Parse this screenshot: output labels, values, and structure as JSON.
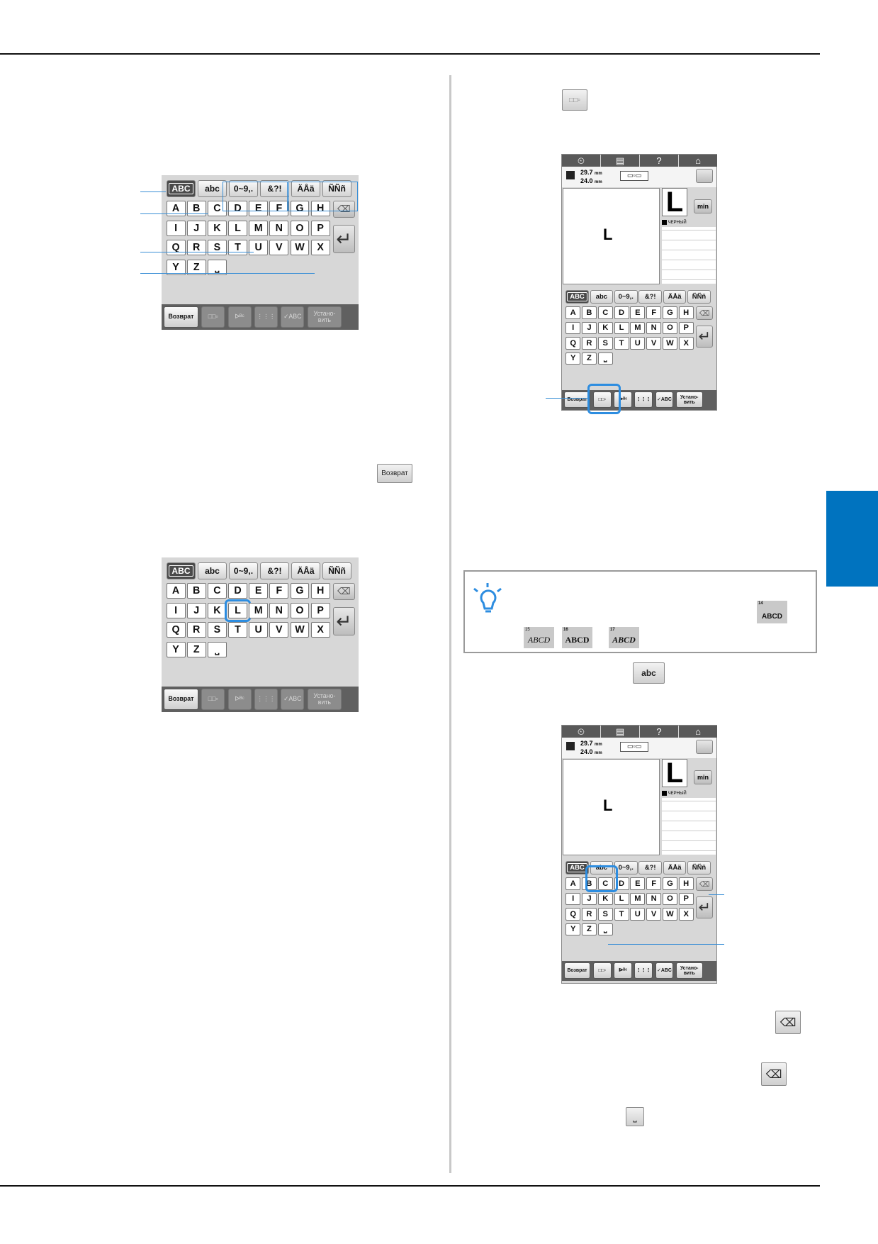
{
  "keyboard": {
    "modes": [
      "ABC",
      "abc",
      "0~9,.",
      "&?!",
      "ÄÅä",
      "ÑÑñ"
    ],
    "rows": [
      [
        "A",
        "B",
        "C",
        "D",
        "E",
        "F",
        "G",
        "H"
      ],
      [
        "I",
        "J",
        "K",
        "L",
        "M",
        "N",
        "O",
        "P"
      ],
      [
        "Q",
        "R",
        "S",
        "T",
        "U",
        "V",
        "W",
        "X"
      ],
      [
        "Y",
        "Z",
        "⎵"
      ]
    ],
    "bottom": {
      "back": "Возврат",
      "type_icon": "□□▫",
      "arc_icon": "ᐅᴮᶜ",
      "spacing_icon": "⋮⋮⋮",
      "check": "✓ABC",
      "set": "Устано-\nвить"
    }
  },
  "screen": {
    "tabs": [
      "⏲",
      "▤",
      "?",
      "⌂"
    ],
    "size_w": "29.7",
    "size_h": "24.0",
    "unit": "mm",
    "preview_letter": "L",
    "min": "min",
    "color_name": "ЧЕРНЫЙ",
    "frame_icon": "▭▫▭"
  },
  "inline": {
    "back": "Возврат",
    "abc": "abc",
    "space": "⎵",
    "eraser": "⌫"
  },
  "note_samples": [
    {
      "num": "14",
      "text": "ABCD"
    },
    {
      "num": "15",
      "text": "ABCD"
    },
    {
      "num": "16",
      "text": "ABCD"
    },
    {
      "num": "17",
      "text": "ABCD"
    }
  ]
}
